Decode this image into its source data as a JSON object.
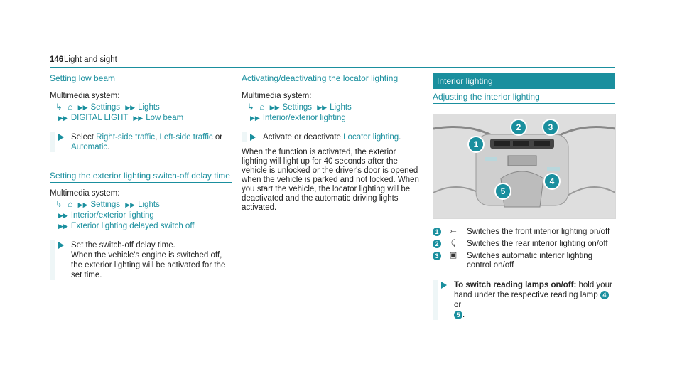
{
  "header": {
    "page_number": "146",
    "title": "Light and sight"
  },
  "low_beam": {
    "heading": "Setting low beam",
    "system": "Multimedia system:",
    "path1": [
      "Settings",
      "Lights"
    ],
    "path2": [
      "DIGITAL LIGHT",
      "Low beam"
    ],
    "step_prefix": "Select ",
    "opt1": "Right-side traffic",
    "comma": ", ",
    "opt2": "Left-side traffic",
    "or": " or",
    "opt3": "Automatic",
    "end": "."
  },
  "exterior": {
    "heading": "Setting the exterior lighting switch-off delay time",
    "system": "Multimedia system:",
    "path1": [
      "Settings",
      "Lights"
    ],
    "path2": "Interior/exterior lighting",
    "path3": "Exterior lighting delayed switch off",
    "step": "Set the switch-off delay time.",
    "desc": "When the vehicle's engine is switched off, the exterior lighting will be activated for the set time."
  },
  "locator": {
    "heading": "Activating/deactivating the locator lighting",
    "system": "Multimedia system:",
    "path1": [
      "Settings",
      "Lights"
    ],
    "path2": "Interior/exterior lighting",
    "step_prefix": "Activate or deactivate ",
    "option": "Locator lighting",
    "end": ".",
    "para": "When the function is activated, the exterior lighting will light up for 40 seconds after the vehicle is unlocked or the driver's door is opened when the vehicle is parked and not locked. When you start the vehicle, the locator lighting will be deactivated and the automatic driving lights activated."
  },
  "interior": {
    "banner": "Interior lighting",
    "heading": "Adjusting the interior lighting",
    "legend": [
      {
        "num": "1",
        "icon": "front-light-icon",
        "text": "Switches the front interior lighting on/off"
      },
      {
        "num": "2",
        "icon": "rear-light-icon",
        "text": "Switches the rear interior lighting on/off"
      },
      {
        "num": "3",
        "icon": "auto-light-icon",
        "text": "Switches automatic interior lighting control on/off"
      }
    ],
    "reading_bold": "To switch reading lamps on/off:",
    "reading_text": " hold your hand under the respective reading lamp ",
    "reading_num1": "4",
    "reading_or": " or",
    "reading_num2": "5",
    "reading_end": ".",
    "photo_labels": [
      "1",
      "2",
      "3",
      "4",
      "5"
    ]
  }
}
